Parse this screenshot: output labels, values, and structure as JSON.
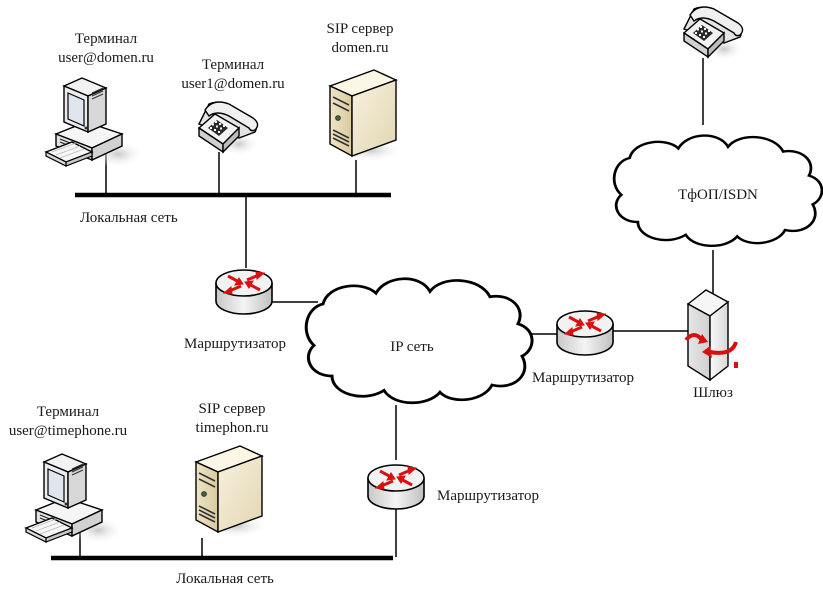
{
  "diagram": {
    "title": "SIP network topology",
    "nodes": [
      {
        "id": "term1",
        "type": "computer",
        "label_lines": [
          "Терминал",
          "user@domen.ru"
        ]
      },
      {
        "id": "phone1",
        "type": "phone",
        "label_lines": [
          "Терминал",
          "user1@domen.ru"
        ]
      },
      {
        "id": "sip1",
        "type": "server",
        "label_lines": [
          "SIP сервер",
          "domen.ru"
        ]
      },
      {
        "id": "lan1",
        "type": "bus",
        "label": "Локальная сеть"
      },
      {
        "id": "router1",
        "type": "router",
        "label": "Маршрутизатор"
      },
      {
        "id": "ipnet",
        "type": "cloud",
        "label": "IP сеть"
      },
      {
        "id": "router2",
        "type": "router",
        "label": "Маршрутизатор"
      },
      {
        "id": "gateway",
        "type": "gateway",
        "label": "Шлюз"
      },
      {
        "id": "pstn",
        "type": "cloud",
        "label": "ТфОП/ISDN"
      },
      {
        "id": "phone2",
        "type": "phone",
        "label": ""
      },
      {
        "id": "router3",
        "type": "router",
        "label": "Маршрутизатор"
      },
      {
        "id": "term2",
        "type": "computer",
        "label_lines": [
          "Терминал",
          "user@timephone.ru"
        ]
      },
      {
        "id": "sip2",
        "type": "server",
        "label_lines": [
          "SIP сервер",
          "timephon.ru"
        ]
      },
      {
        "id": "lan2",
        "type": "bus",
        "label": "Локальная сеть"
      }
    ],
    "edges": [
      [
        "term1",
        "lan1"
      ],
      [
        "phone1",
        "lan1"
      ],
      [
        "sip1",
        "lan1"
      ],
      [
        "lan1",
        "router1"
      ],
      [
        "router1",
        "ipnet"
      ],
      [
        "ipnet",
        "router2"
      ],
      [
        "router2",
        "gateway"
      ],
      [
        "gateway",
        "pstn"
      ],
      [
        "pstn",
        "phone2"
      ],
      [
        "ipnet",
        "router3"
      ],
      [
        "router3",
        "lan2"
      ],
      [
        "term2",
        "lan2"
      ],
      [
        "sip2",
        "lan2"
      ]
    ],
    "labels": {
      "term1_l1": "Терминал",
      "term1_l2": "user@domen.ru",
      "phone1_l1": "Терминал",
      "phone1_l2": "user1@domen.ru",
      "sip1_l1": "SIP сервер",
      "sip1_l2": "domen.ru",
      "lan1": "Локальная сеть",
      "router1": "Маршрутизатор",
      "ipnet": "IP сеть",
      "router2": "Маршрутизатор",
      "gateway": "Шлюз",
      "pstn": "ТфОП/ISDN",
      "router3": "Маршрутизатор",
      "term2_l1": "Терминал",
      "term2_l2": "user@timephone.ru",
      "sip2_l1": "SIP сервер",
      "sip2_l2": "timephon.ru",
      "lan2": "Локальная сеть"
    },
    "colors": {
      "line": "#000000",
      "arrow": "#e01010",
      "server_body": "#efe6cc",
      "device_body": "#e8e8e8",
      "screen": "#dfe6ee"
    }
  }
}
